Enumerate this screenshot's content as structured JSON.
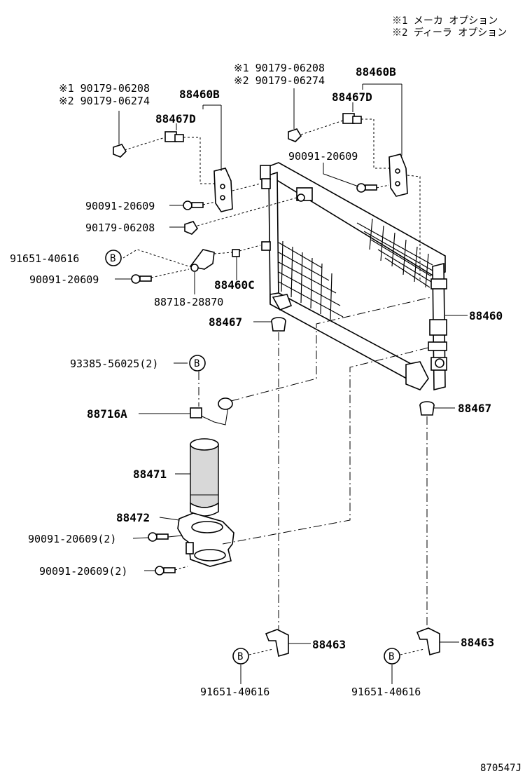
{
  "notes": {
    "note1": "※1 メーカ オプション",
    "note2": "※2 ディーラ オプション"
  },
  "labels": {
    "left_opt1": "※1 90179-06208",
    "left_opt2": "※2 90179-06274",
    "left_88460B": "88460B",
    "left_88467D": "88467D",
    "left_bolt": "90091-20609",
    "left_nut": "90179-06208",
    "left_91651": "91651-40616",
    "left_bolt2": "90091-20609",
    "p88460C": "88460C",
    "p88718": "88718-28870",
    "p88467_left": "88467",
    "p93385": "93385-56025(2)",
    "p88716A": "88716A",
    "p88471": "88471",
    "p88472": "88472",
    "bolt3": "90091-20609(2)",
    "bolt4": "90091-20609(2)",
    "top_opt1": "※1 90179-06208",
    "top_opt2": "※2 90179-06274",
    "top_88460B": "88460B",
    "top_88467D": "88467D",
    "top_bolt": "90091-20609",
    "p88460": "88460",
    "p88467_right": "88467",
    "p88463_left": "88463",
    "p88463_right": "88463",
    "p91651_bl": "91651-40616",
    "p91651_br": "91651-40616",
    "circle_b": "B",
    "figure_id": "870547J"
  },
  "icons": {
    "marker": "circle-b-icon"
  }
}
